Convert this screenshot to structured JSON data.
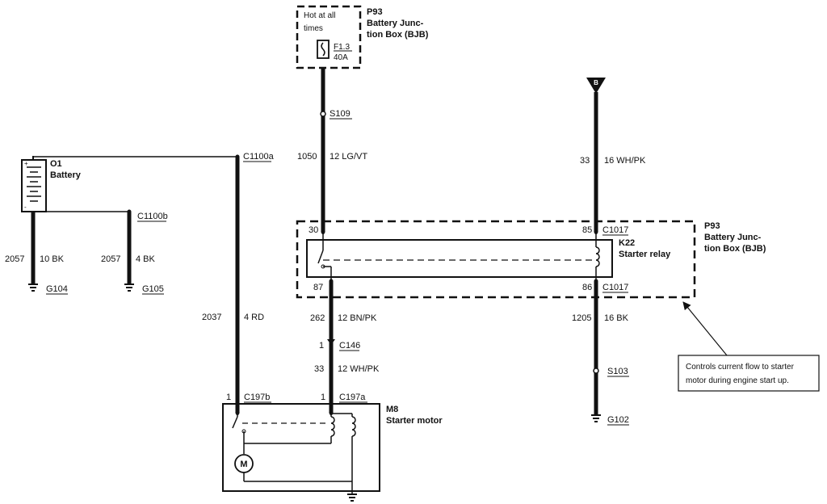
{
  "colors": {
    "ink": "#111111",
    "background": "#ffffff"
  },
  "bjb_top": {
    "title_line1": "P93",
    "title_line2": "Battery Junc-",
    "title_line3": "tion Box (BJB)",
    "hot_line1": "Hot at all",
    "hot_line2": "times",
    "fuse_id": "F1.3",
    "fuse_rating": "40A"
  },
  "battery": {
    "id": "O1",
    "name": "Battery"
  },
  "connectors": {
    "c1100a": "C1100a",
    "c1100b": "C1100b",
    "c146": "C146",
    "c197a": "C197a",
    "c197b": "C197b",
    "c1017_top": "C1017",
    "c1017_bottom": "C1017"
  },
  "splices": {
    "s109": "S109",
    "s103": "S103"
  },
  "grounds": {
    "g104": "G104",
    "g105": "G105",
    "g102": "G102"
  },
  "wires": {
    "w1050": {
      "circuit": "1050",
      "spec": "12 LG/VT"
    },
    "w33_top": {
      "circuit": "33",
      "spec": "16 WH/PK"
    },
    "w2057_a": {
      "circuit": "2057",
      "spec": "10 BK"
    },
    "w2057_b": {
      "circuit": "2057",
      "spec": "4 BK"
    },
    "w2037": {
      "circuit": "2037",
      "spec": "4 RD"
    },
    "w262": {
      "circuit": "262",
      "spec": "12 BN/PK"
    },
    "w33_lower": {
      "circuit": "33",
      "spec": "12 WH/PK"
    },
    "w1205": {
      "circuit": "1205",
      "spec": "16 BK"
    }
  },
  "pins": {
    "p30": "30",
    "p85": "85",
    "p87": "87",
    "p86": "86",
    "p1_c146": "1",
    "p1_c197b": "1",
    "p1_c197a": "1"
  },
  "bjb_side": {
    "title_line1": "P93",
    "title_line2": "Battery Junc-",
    "title_line3": "tion Box (BJB)"
  },
  "relay": {
    "id": "K22",
    "name": "Starter relay"
  },
  "starter": {
    "id": "M8",
    "name": "Starter motor",
    "motor_symbol": "M"
  },
  "b_terminal": "B",
  "callout": {
    "line1": "Controls current flow  to starter",
    "line2": "motor during engine start up."
  }
}
